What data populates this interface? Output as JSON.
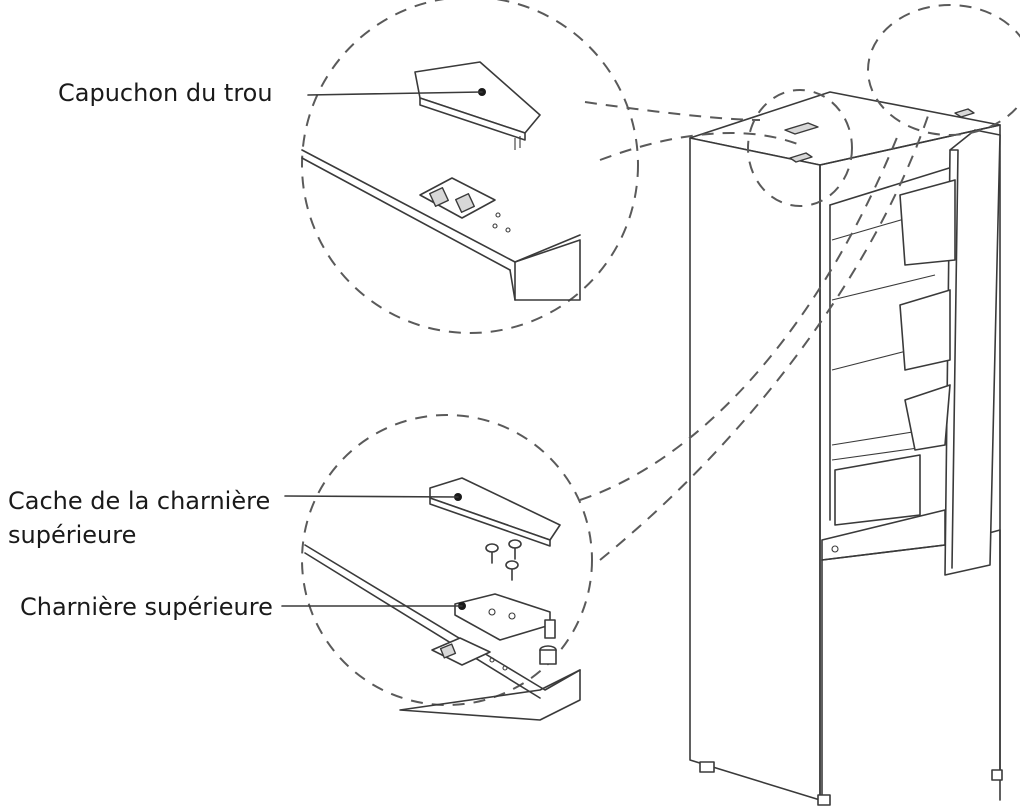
{
  "labels": {
    "hole_cap": "Capuchon du trou",
    "hinge_cover_line1": "Cache de la charnière",
    "hinge_cover_line2": "supérieure",
    "top_hinge": "Charnière supérieure"
  },
  "colors": {
    "line": "#3a3a3a",
    "dashed_circle": "#5a5a5a",
    "text": "#1a1a1a",
    "background": "#ffffff"
  }
}
